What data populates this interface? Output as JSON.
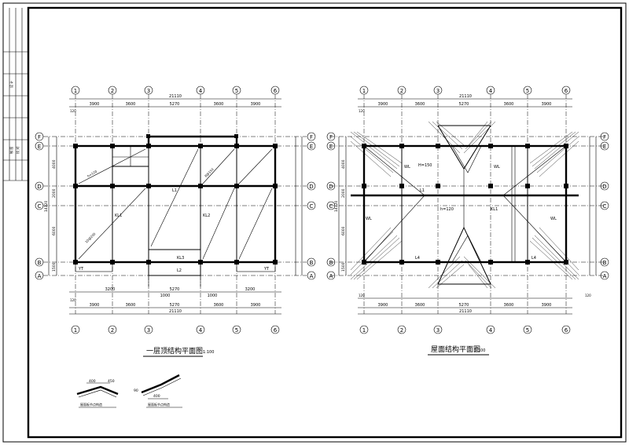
{
  "title_block": {
    "cells": [
      "",
      "",
      "",
      "",
      "设 计",
      "",
      "",
      "制 图",
      "校 对"
    ]
  },
  "plan_left": {
    "title": "一层顶结构平面图",
    "scale": "1:100",
    "total_dim": "21110",
    "spans": [
      "3900",
      "3600",
      "5270",
      "3600",
      "3900"
    ],
    "edge_dim": "120",
    "bottom_spans": [
      "3200",
      "1000",
      "5270",
      "1000",
      "3200"
    ],
    "left_dims": [
      "4000",
      "2000",
      "6000",
      "1500"
    ],
    "left_total": "14120",
    "beams": [
      "KL1",
      "KL2",
      "KL3",
      "L1",
      "L2",
      "YT"
    ],
    "slab_notes": [
      "h=120",
      "10@200",
      "8@150"
    ]
  },
  "plan_right": {
    "title": "屋面结构平面图",
    "scale": "1:100",
    "total_dim": "21110",
    "spans": [
      "3900",
      "3600",
      "5270",
      "3600",
      "3900"
    ],
    "edge_dim": "120",
    "left_dims": [
      "4000",
      "2000",
      "6000",
      "1500"
    ],
    "left_total": "14120",
    "beams": [
      "WL",
      "L1",
      "L4",
      "KL1",
      "H=150"
    ],
    "slab_notes": [
      "h=120"
    ]
  },
  "grid": {
    "columns": [
      "1",
      "2",
      "3",
      "4",
      "5",
      "6"
    ],
    "rows": [
      "F",
      "E",
      "D",
      "C",
      "B",
      "A"
    ]
  },
  "details": {
    "detail1_dims": [
      "400",
      "450"
    ],
    "detail1_label": "屋面板节点构造",
    "detail2_dims": [
      "400",
      "90"
    ],
    "detail2_label": "屋面板节点构造"
  },
  "colors": {
    "line": "#000000",
    "paper": "#ffffff"
  }
}
